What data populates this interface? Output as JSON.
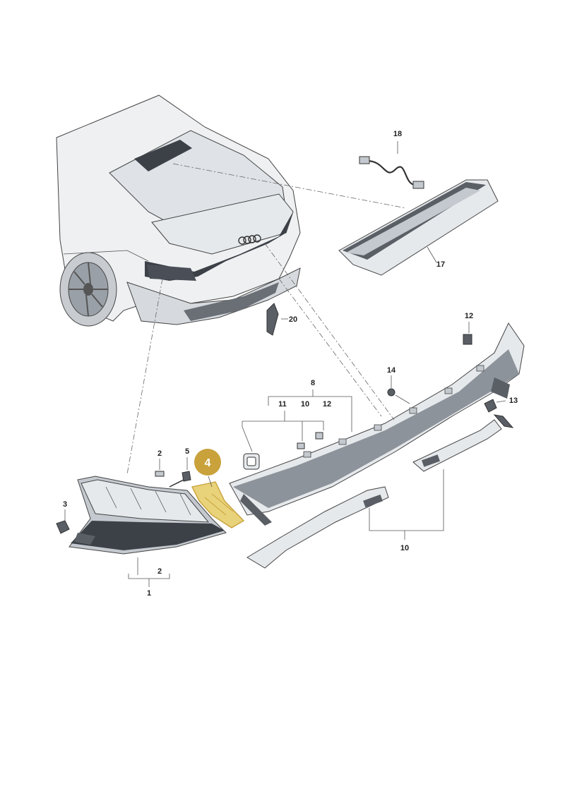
{
  "callouts": {
    "c1": "1",
    "c2a": "2",
    "c2b": "2",
    "c3": "3",
    "c4": "4",
    "c5": "5",
    "c8": "8",
    "c10a": "10",
    "c10b": "10",
    "c11": "11",
    "c12a": "12",
    "c12b": "12",
    "c13": "13",
    "c14": "14",
    "c17": "17",
    "c18": "18",
    "c20": "20"
  },
  "colors": {
    "highlight": "#c9a23c",
    "highlight_fill": "#e8d27a",
    "part_light": "#e6e9ec",
    "part_mid": "#c4c9cf",
    "part_dark": "#5a5f66",
    "lamp_dark": "#3c4047"
  },
  "icons": [
    "audi-rings-logo"
  ]
}
